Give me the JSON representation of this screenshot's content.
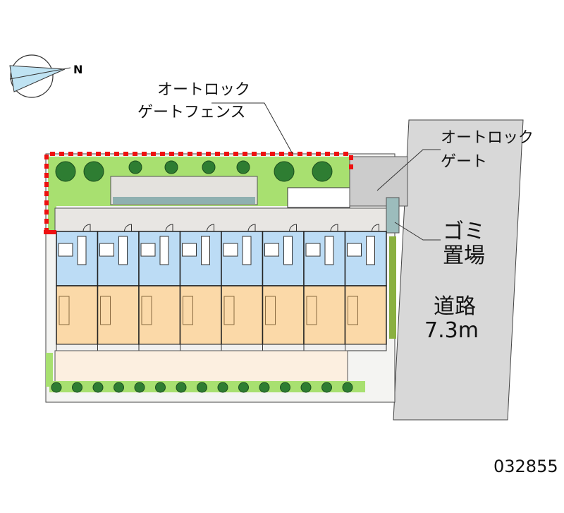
{
  "compass": {
    "north_label": "N"
  },
  "labels": {
    "autolock_fence": [
      "オートロック",
      "ゲートフェンス"
    ],
    "autolock_gate": [
      "オートロック",
      "ゲート"
    ],
    "garbage": [
      "ゴミ",
      "置場"
    ],
    "road": [
      "道路",
      "7.3m"
    ]
  },
  "property_code": "032855",
  "building": {
    "unit_count": 8
  },
  "colors": {
    "fence": "#ee1111",
    "green": "#a8e070",
    "tree": "#2e7d32",
    "wet_area": "#bcdcf5",
    "room": "#fbd9a8",
    "road": "#d8d8d8",
    "parking": "#fcefe0"
  }
}
